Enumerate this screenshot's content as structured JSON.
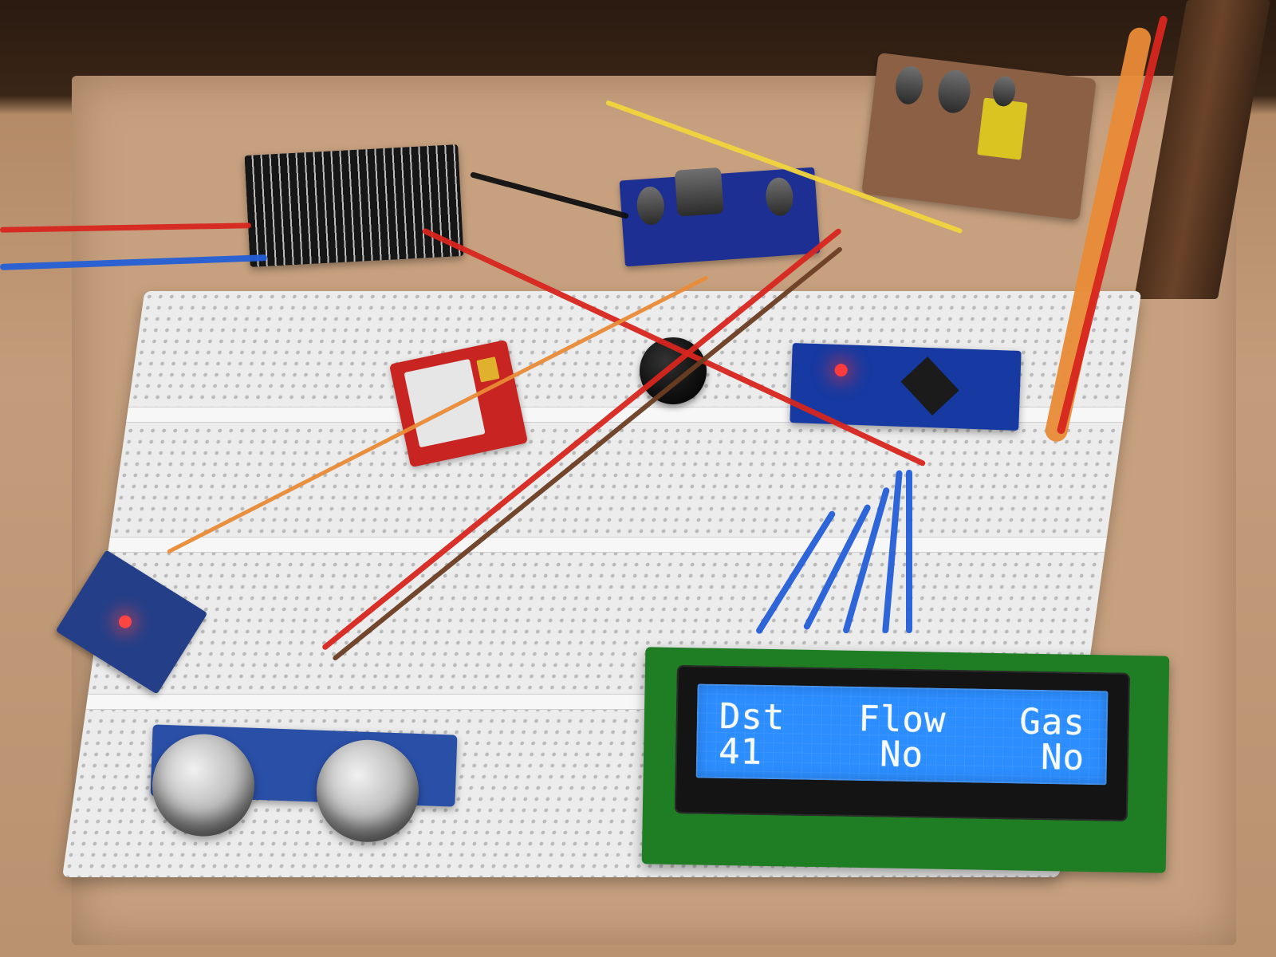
{
  "lcd": {
    "labels": [
      "Dst",
      "Flow",
      "Gas"
    ],
    "values": [
      "41",
      "No",
      "No"
    ]
  }
}
